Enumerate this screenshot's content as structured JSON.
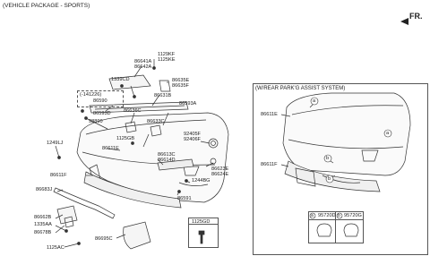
{
  "header": {
    "title": "(VEHICLE PACKAGE - SPORTS)",
    "direction": "FR."
  },
  "inset": {
    "title": "(W/REAR PARK'G ASSIST SYSTEM)"
  },
  "callouts": {
    "c1129KF": "1129KF",
    "c1125KE": "1125KE",
    "c86641A": "86641A",
    "c86642A": "86642A",
    "c1339CD": "1339CD",
    "c86635E": "86635E",
    "c86635F": "86635F",
    "c86631B": "86631B",
    "c141226": "(-141226)",
    "c86590": "86590",
    "c86593A": "86593A",
    "c86593D": "86593D",
    "c98890": "98890",
    "c86636C": "86636C",
    "c86633C": "86633C",
    "c1125GB": "1125GB",
    "c1249LJ": "1249LJ",
    "c92405F": "92405F",
    "c92406F": "92406F",
    "c86611E": "86611E",
    "c86613C": "86613C",
    "c86614D": "86614D",
    "c86623E": "86623E",
    "c86624E": "86624E",
    "c86611F": "86611F",
    "c1244BG": "1244BG",
    "c86683J": "86683J",
    "c86591": "86591",
    "c1125GD": "1125GD",
    "c86662B": "86662B",
    "c1335AA": "1335AA",
    "c86678B": "86678B",
    "c86695C": "86695C",
    "c1125AC": "1125AC",
    "i86611E": "86611E",
    "i86611F": "86611F",
    "circA": "a",
    "circB": "b",
    "legA": "95720D",
    "legB": "95720G",
    "legAletter": "a",
    "legBletter": "b"
  }
}
